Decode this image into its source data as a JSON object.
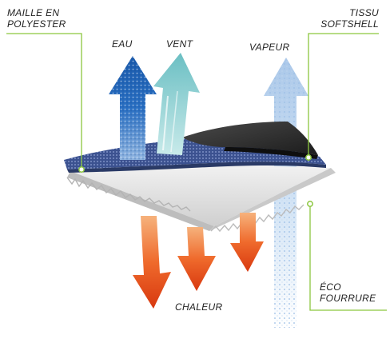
{
  "labels": {
    "maille": [
      "MAILLE EN",
      "POLYESTER"
    ],
    "tissu": [
      "TISSU",
      "SOFTSHELL"
    ],
    "eau": "EAU",
    "vent": "VENT",
    "vapeur": "VAPEUR",
    "chaleur": "CHALEUR",
    "eco": [
      "ÉCO",
      "FOURRURE"
    ]
  },
  "colors": {
    "callout_line": "#8cc63f",
    "text": "#222222",
    "water_arrow": "#1e63b8",
    "wind_arrow": "#7cc6c9",
    "vapour_arrow": "#a9c8ea",
    "heat_arrow": "#e8501e",
    "mesh_layer": "#3a4f86",
    "softshell_layer": "#2b2b2b",
    "fur_layer": "#e6e6e6"
  }
}
